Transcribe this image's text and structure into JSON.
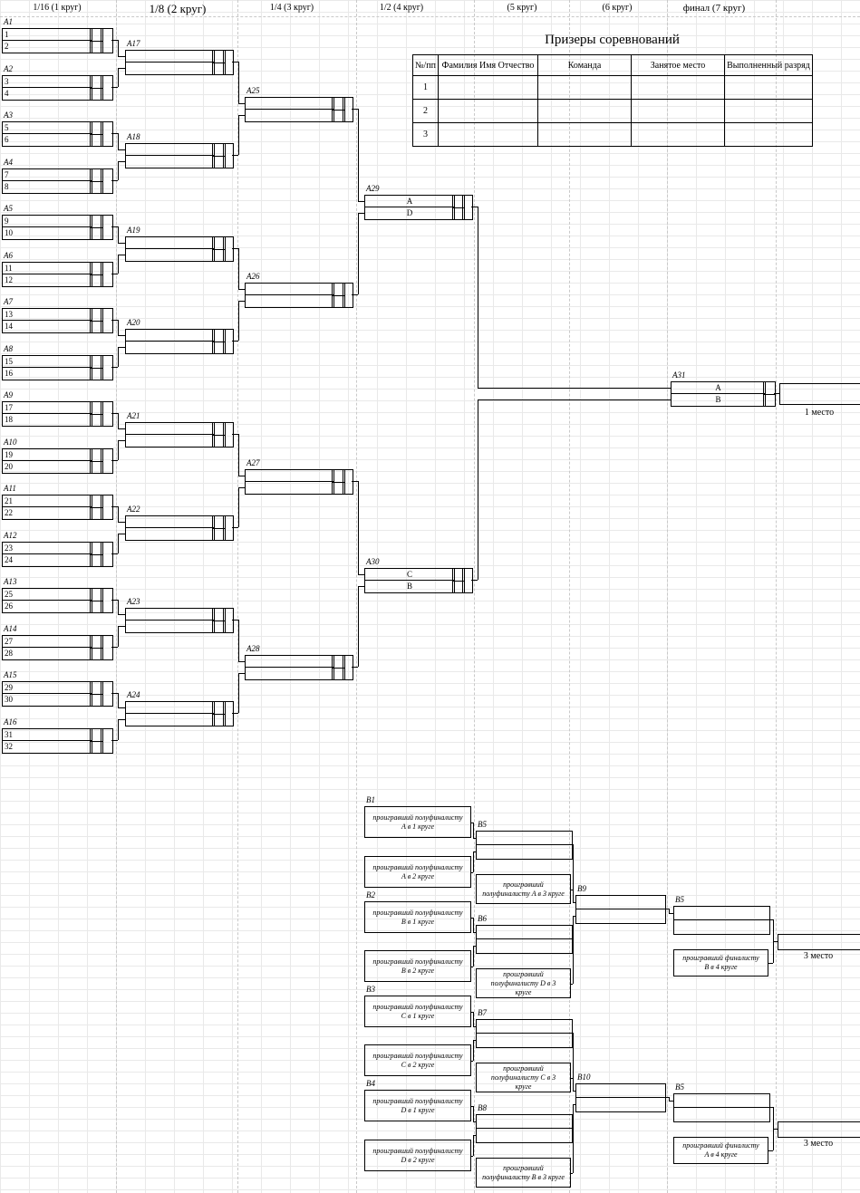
{
  "headers": [
    "1/16 (1 круг)",
    "1/8 (2 круг)",
    "1/4 (3 круг)",
    "1/2 (4 круг)",
    "(5 круг)",
    "(6 круг)",
    "финал (7 круг)"
  ],
  "prize_table": {
    "title": "Призеры соревнований",
    "columns": [
      "№/пп",
      "Фамилия Имя Отчество",
      "Команда",
      "Занятое место",
      "Выполненный разряд"
    ],
    "rows": [
      [
        "1",
        "",
        "",
        "",
        ""
      ],
      [
        "2",
        "",
        "",
        "",
        ""
      ],
      [
        "3",
        "",
        "",
        "",
        ""
      ]
    ]
  },
  "main_bracket": {
    "round1": [
      {
        "label": "A1",
        "slots": [
          "1",
          "2"
        ]
      },
      {
        "label": "A2",
        "slots": [
          "3",
          "4"
        ]
      },
      {
        "label": "A3",
        "slots": [
          "5",
          "6"
        ]
      },
      {
        "label": "A4",
        "slots": [
          "7",
          "8"
        ]
      },
      {
        "label": "A5",
        "slots": [
          "9",
          "10"
        ]
      },
      {
        "label": "A6",
        "slots": [
          "11",
          "12"
        ]
      },
      {
        "label": "A7",
        "slots": [
          "13",
          "14"
        ]
      },
      {
        "label": "A8",
        "slots": [
          "15",
          "16"
        ]
      },
      {
        "label": "A9",
        "slots": [
          "17",
          "18"
        ]
      },
      {
        "label": "A10",
        "slots": [
          "19",
          "20"
        ]
      },
      {
        "label": "A11",
        "slots": [
          "21",
          "22"
        ]
      },
      {
        "label": "A12",
        "slots": [
          "23",
          "24"
        ]
      },
      {
        "label": "A13",
        "slots": [
          "25",
          "26"
        ]
      },
      {
        "label": "A14",
        "slots": [
          "27",
          "28"
        ]
      },
      {
        "label": "A15",
        "slots": [
          "29",
          "30"
        ]
      },
      {
        "label": "A16",
        "slots": [
          "31",
          "32"
        ]
      }
    ],
    "round2": [
      {
        "label": "A17"
      },
      {
        "label": "A18"
      },
      {
        "label": "A19"
      },
      {
        "label": "A20"
      },
      {
        "label": "A21"
      },
      {
        "label": "A22"
      },
      {
        "label": "A23"
      },
      {
        "label": "A24"
      }
    ],
    "round3": [
      {
        "label": "A25"
      },
      {
        "label": "A26"
      },
      {
        "label": "A27"
      },
      {
        "label": "A28"
      }
    ],
    "round4": [
      {
        "label": "A29",
        "slots": [
          "A",
          "D"
        ]
      },
      {
        "label": "A30",
        "slots": [
          "C",
          "B"
        ]
      }
    ],
    "final": {
      "label": "A31",
      "slots": [
        "A",
        "B"
      ]
    },
    "first_place_label": "1 место"
  },
  "consolation": {
    "round1": [
      {
        "label": "B1",
        "slots": [
          "проигравший полуфиналисту A в 1 круге",
          "проигравший полуфиналисту A в 2 круге"
        ]
      },
      {
        "label": "B2",
        "slots": [
          "проигравший полуфиналисту B в 1 круге",
          "проигравший полуфиналисту B в 2 круге"
        ]
      },
      {
        "label": "B3",
        "slots": [
          "проигравший полуфиналисту C в 1 круге",
          "проигравший полуфиналисту C в 2 круге"
        ]
      },
      {
        "label": "B4",
        "slots": [
          "проигравший полуфиналисту D в 1 круге",
          "проигравший полуфиналисту D в 2 круге"
        ]
      }
    ],
    "round2": [
      {
        "label": "B5",
        "loser_entry": "проигравший полуфиналисту A в 3 круге"
      },
      {
        "label": "B6",
        "loser_entry": "проигравший полуфиналисту D в 3 круге"
      },
      {
        "label": "B7",
        "loser_entry": "проигравший полуфиналисту C в 3 круге"
      },
      {
        "label": "B8",
        "loser_entry": "проигравший полуфиналисту B в 3 круге"
      }
    ],
    "round3": [
      {
        "label": "B9"
      },
      {
        "label": "B10"
      }
    ],
    "round4": [
      {
        "label": "B5",
        "loser_entry": "проигравший финалисту B в 4 круге",
        "place_label": "3 место"
      },
      {
        "label": "B5",
        "loser_entry": "проигравший финалисту A в 4 круге",
        "place_label": "3 место"
      }
    ]
  }
}
